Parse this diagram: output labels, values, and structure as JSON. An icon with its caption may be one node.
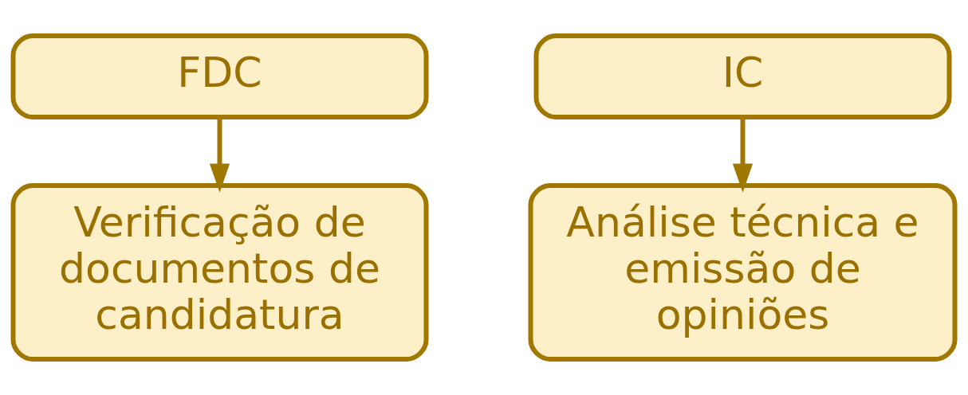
{
  "diagram": {
    "nodes": [
      {
        "text": [
          "FDC"
        ]
      },
      {
        "text": [
          "Verificação de documentos de candidatura"
        ]
      },
      {
        "text": [
          "IC"
        ]
      },
      {
        "text": [
          "Análise técnica e emissão de opiniões"
        ]
      }
    ],
    "edges": [
      {
        "from": 0,
        "to": 1,
        "arrow": "to"
      },
      {
        "from": 2,
        "to": 3,
        "arrow": "to"
      }
    ]
  }
}
